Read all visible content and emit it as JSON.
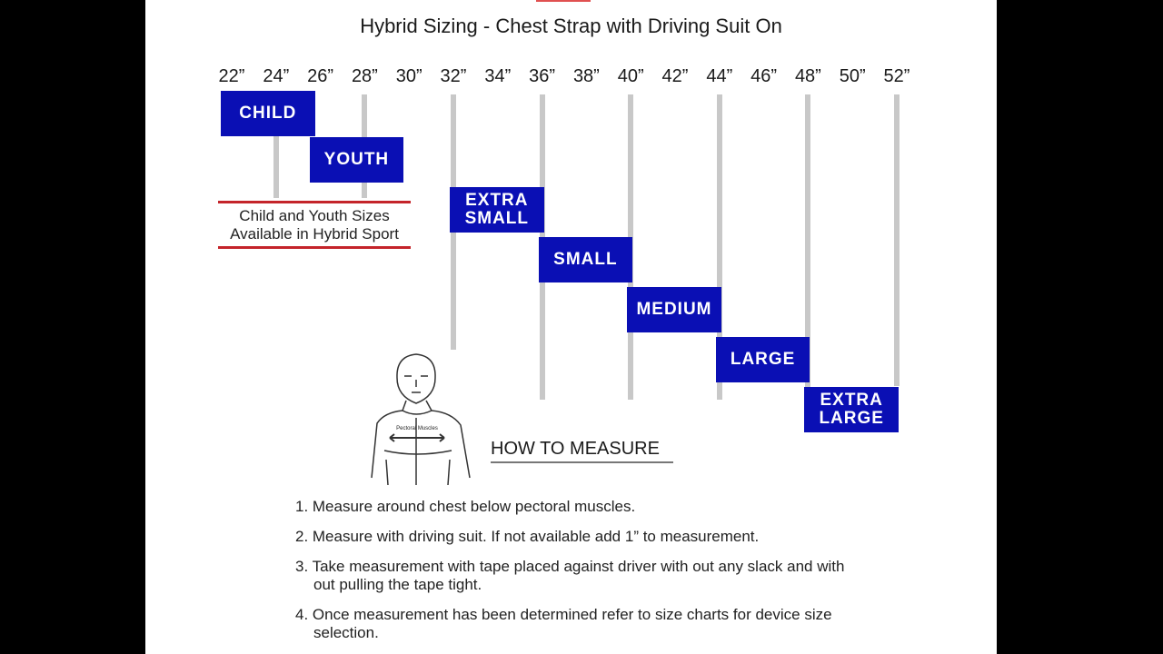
{
  "title": "Hybrid Sizing - Chest Strap with Driving Suit On",
  "ticks": [
    "22”",
    "24”",
    "26”",
    "28”",
    "30”",
    "32”",
    "34”",
    "36”",
    "38”",
    "40”",
    "42”",
    "44”",
    "46”",
    "48”",
    "50”",
    "52”"
  ],
  "sizes": [
    {
      "label": "CHILD",
      "from": 22,
      "to": 26
    },
    {
      "label": "YOUTH",
      "from": 26,
      "to": 30
    },
    {
      "label": "EXTRA SMALL",
      "from": 32,
      "to": 36
    },
    {
      "label": "SMALL",
      "from": 36,
      "to": 40
    },
    {
      "label": "MEDIUM",
      "from": 40,
      "to": 44
    },
    {
      "label": "LARGE",
      "from": 44,
      "to": 48
    },
    {
      "label": "EXTRA LARGE",
      "from": 48,
      "to": 52
    }
  ],
  "note": {
    "line1": "Child and Youth Sizes",
    "line2": "Available in Hybrid Sport"
  },
  "figure_label": "Pectoral Muscles",
  "how_to_measure": "HOW TO MEASURE",
  "steps": [
    "1. Measure around chest below pectoral muscles.",
    "2. Measure with driving suit. If not available add 1” to measurement.",
    "3. Take measurement with tape placed against driver with out any slack and with out pulling the tape tight.",
    "4. Once measurement has been determined refer to size charts for device size selection."
  ],
  "colors": {
    "box": "#0a0fb4",
    "accent_red": "#c4242a"
  }
}
